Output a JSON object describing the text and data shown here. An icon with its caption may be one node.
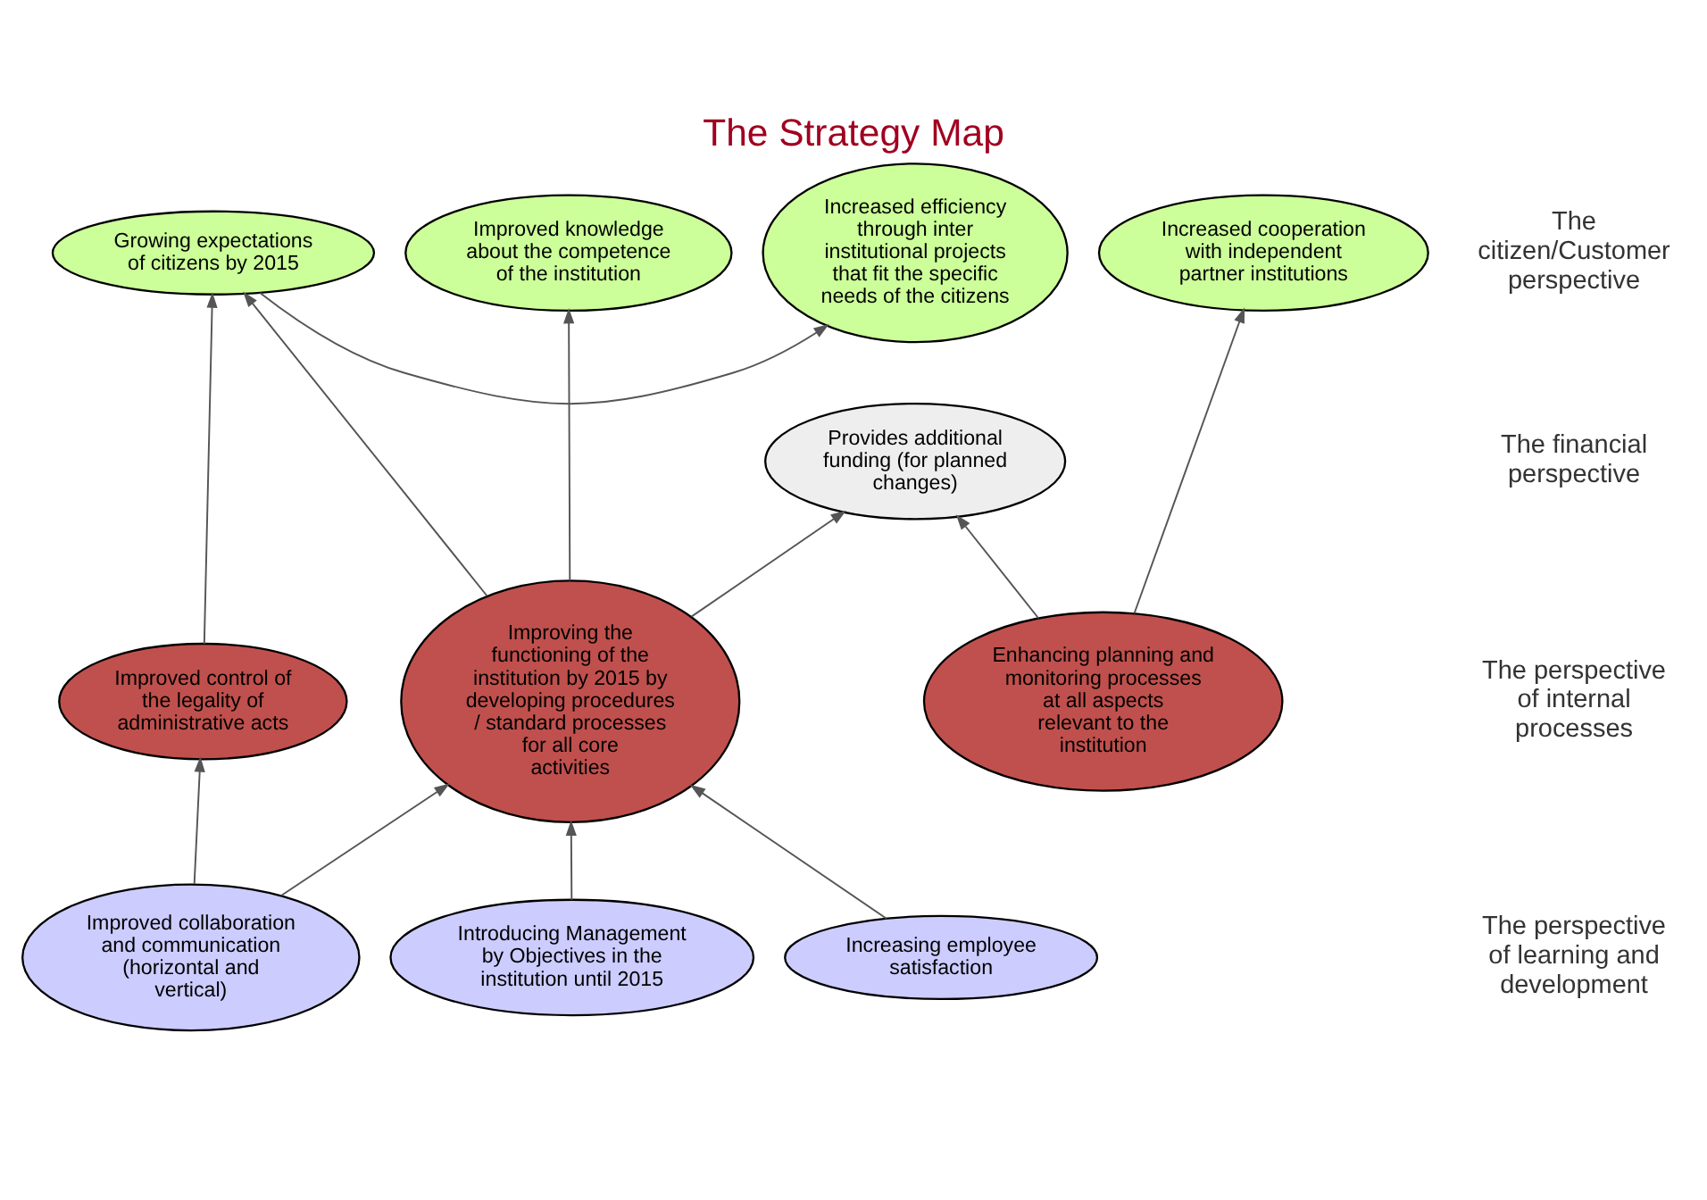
{
  "diagram": {
    "title": "The Strategy Map",
    "nodes": [
      {
        "text": [
          "Improved knowledge about the competence of the institution"
        ]
      },
      {
        "text": [
          "Growing expectations of citizens by 2015"
        ]
      },
      {
        "text": [
          "Increased cooperation with independent partner institutions"
        ]
      },
      {
        "text": [
          "Increased efficiency through inter institutional projects that fit the specific needs of the citizens"
        ]
      },
      {
        "text": [
          "Provides additional funding (for planned changes)"
        ]
      },
      {
        "text": [
          "Improving the functioning of the institution by 2015 by developing procedures / standard processes for all core activities"
        ]
      },
      {
        "text": [
          "Enhancing planning and monitoring processes at all aspects relevant to the institution"
        ]
      },
      {
        "text": [
          "Improved control of the legality of administrative acts"
        ]
      },
      {
        "text": [
          "Introducing Management by Objectives in the institution until 2015"
        ]
      },
      {
        "text": [
          "Increasing employee satisfaction"
        ]
      },
      {
        "text": [
          "Improved collaboration and communication (horizontal and vertical)"
        ]
      }
    ],
    "edges": [
      {
        "from": 5,
        "to": 0,
        "arrow": "to"
      },
      {
        "from": 5,
        "to": 1,
        "arrow": "to"
      },
      {
        "from": 5,
        "to": 4,
        "arrow": "to"
      },
      {
        "from": 6,
        "to": 4,
        "arrow": "to"
      },
      {
        "from": 1,
        "to": 3,
        "arrow": "to"
      },
      {
        "from": 7,
        "to": 1,
        "arrow": "to"
      },
      {
        "from": 6,
        "to": 2,
        "arrow": "to"
      },
      {
        "from": 8,
        "to": 5,
        "arrow": "to"
      },
      {
        "from": 9,
        "to": 5,
        "arrow": "to"
      },
      {
        "from": 10,
        "to": 5,
        "arrow": "to"
      },
      {
        "from": 10,
        "to": 7,
        "arrow": "to"
      }
    ],
    "labels": [
      "The citizen/Customer perspective",
      "The financial perspective",
      "The perspective of internal processes",
      "The perspective of learning and development"
    ]
  }
}
